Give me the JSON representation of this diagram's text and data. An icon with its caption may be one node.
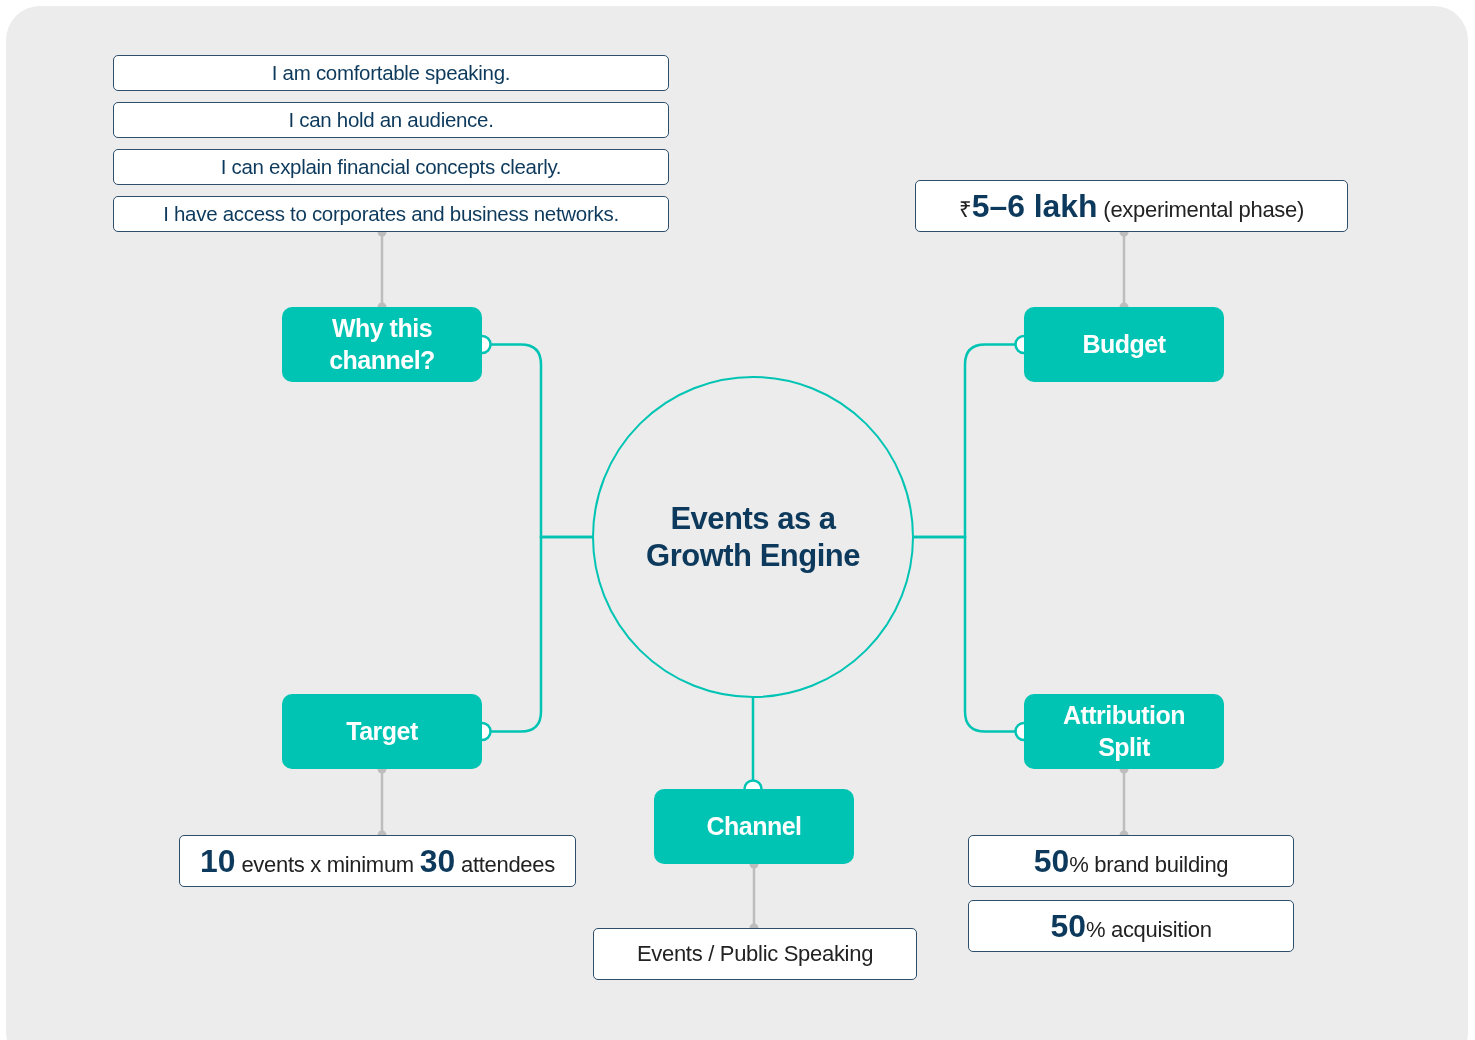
{
  "diagram": {
    "nodes": [
      {
        "text": [
          "Events as a Growth Engine"
        ]
      },
      {
        "text": [
          "Why this channel?"
        ]
      },
      {
        "text": [
          "I am comfortable speaking."
        ]
      },
      {
        "text": [
          "I can hold an audience."
        ]
      },
      {
        "text": [
          "I can explain financial concepts clearly."
        ]
      },
      {
        "text": [
          "I have access to corporates and business networks."
        ]
      },
      {
        "text": [
          "Budget"
        ]
      },
      {
        "text": [
          "₹**5–6 lakh** (experimental phase)"
        ]
      },
      {
        "text": [
          "Target"
        ]
      },
      {
        "text": [
          "**10** events x minimum **30** attendees"
        ]
      },
      {
        "text": [
          "Channel"
        ]
      },
      {
        "text": [
          "Events / Public Speaking"
        ]
      },
      {
        "text": [
          "Attribution Split"
        ]
      },
      {
        "text": [
          "**50**% brand building"
        ]
      },
      {
        "text": [
          "**50**% acquisition"
        ]
      }
    ],
    "edges": [
      {
        "from": 0,
        "to": 1,
        "arrow": "other"
      },
      {
        "from": 0,
        "to": 8,
        "arrow": "other"
      },
      {
        "from": 0,
        "to": 6,
        "arrow": "other"
      },
      {
        "from": 0,
        "to": 12,
        "arrow": "other"
      },
      {
        "from": 0,
        "to": 10,
        "arrow": "other"
      },
      {
        "from": 1,
        "to": 5,
        "arrow": "other",
        "color": "#bdbdbd"
      },
      {
        "from": 6,
        "to": 7,
        "arrow": "other",
        "color": "#bdbdbd"
      },
      {
        "from": 8,
        "to": 9,
        "arrow": "other",
        "color": "#bdbdbd"
      },
      {
        "from": 10,
        "to": 11,
        "arrow": "other",
        "color": "#bdbdbd"
      },
      {
        "from": 12,
        "to": 13,
        "arrow": "other",
        "color": "#bdbdbd"
      }
    ]
  }
}
